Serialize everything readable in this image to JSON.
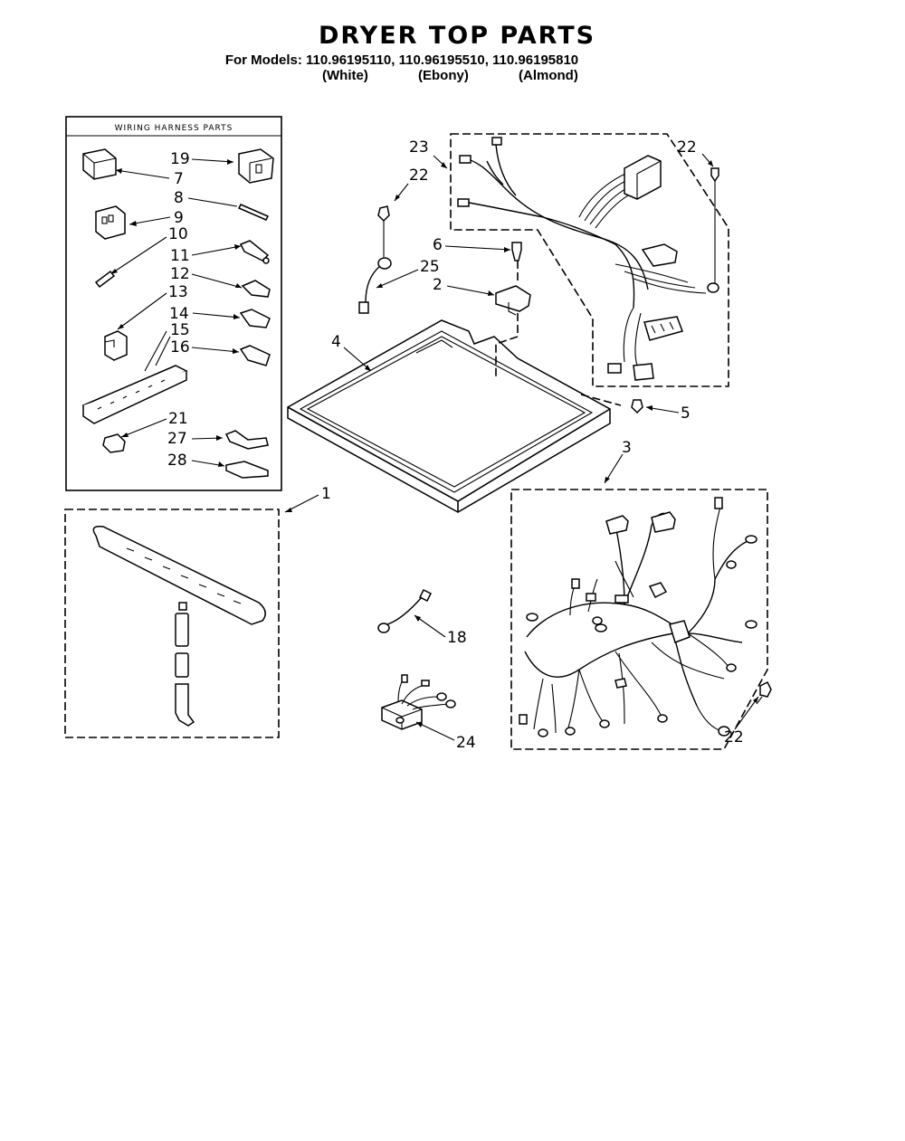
{
  "header": {
    "title": "DRYER TOP PARTS",
    "models": "For Models: 110.96195110, 110.96195510, 110.96195810",
    "color_white": "(White)",
    "color_ebony": "(Ebony)",
    "color_almond": "(Almond)"
  },
  "wiring_box": {
    "title": "WIRING HARNESS PARTS"
  },
  "callouts": {
    "c19": "19",
    "c7": "7",
    "c8": "8",
    "c9": "9",
    "c10": "10",
    "c11": "11",
    "c12": "12",
    "c13": "13",
    "c14": "14",
    "c15": "15",
    "c16": "16",
    "c21": "21",
    "c27": "27",
    "c28": "28",
    "c23": "23",
    "c22a": "22",
    "c22b": "22",
    "c22c": "22",
    "c6": "6",
    "c25": "25",
    "c2": "2",
    "c4": "4",
    "c5": "5",
    "c3": "3",
    "c1": "1",
    "c18": "18",
    "c24": "24"
  }
}
